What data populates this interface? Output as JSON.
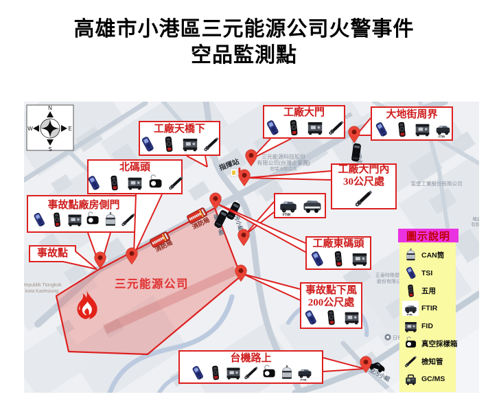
{
  "title": {
    "line1": "高雄市小港區三元能源公司火警事件",
    "line2": "空品監測點"
  },
  "compass": {
    "n": "N",
    "e": "E",
    "s": "S",
    "w": "W"
  },
  "callouts": [
    {
      "id": "factory-overpass",
      "lines": [
        "工廠天橋下"
      ],
      "icons": [
        "tsi",
        "five-gas",
        "fid",
        "detector-tube"
      ]
    },
    {
      "id": "north-dock",
      "lines": [
        "北碼頭"
      ],
      "icons": [
        "tsi",
        "five-gas",
        "fid",
        "vacuum-box",
        "detector-tube"
      ]
    },
    {
      "id": "accident-side-door",
      "lines": [
        "事故點廠房側門"
      ],
      "icons": [
        "tsi",
        "five-gas",
        "fid",
        "vacuum-box",
        "can-canister",
        "detector-tube"
      ]
    },
    {
      "id": "accident-point",
      "lines": [
        "事故點"
      ],
      "icons": []
    },
    {
      "id": "factory-main-gate",
      "lines": [
        "工廠大門"
      ],
      "icons": [
        "tsi",
        "five-gas",
        "fid",
        "detector-tube"
      ]
    },
    {
      "id": "dadi-street-perimeter",
      "lines": [
        "大地街周界"
      ],
      "icons": [
        "tsi",
        "five-gas",
        "fid",
        "ftir-van"
      ]
    },
    {
      "id": "inside-gate-30m",
      "lines": [
        "工廠大門內",
        "30公尺處"
      ],
      "icons": [
        "detector-tube"
      ]
    },
    {
      "id": "monitor-vehicles",
      "lines": [],
      "icons": [
        "ftir-van",
        "gcms-van"
      ]
    },
    {
      "id": "factory-east-dock",
      "lines": [
        "工廠東碼頭"
      ],
      "icons": [
        "tsi",
        "five-gas",
        "fid"
      ]
    },
    {
      "id": "downwind-200m",
      "lines": [
        "事故點下風",
        "200公尺處"
      ],
      "icons": [
        "tsi",
        "five-gas",
        "fid"
      ]
    },
    {
      "id": "taiji-road",
      "lines": [
        "台機路上"
      ],
      "icons": [
        "tsi",
        "five-gas",
        "fid",
        "detector-tube",
        "vacuum-box",
        "can-canister",
        "ftir-van"
      ]
    }
  ],
  "legend": {
    "header": "圖示說明",
    "items": [
      {
        "icon": "can-canister",
        "label": "CAN筒"
      },
      {
        "icon": "tsi",
        "label": "TSI"
      },
      {
        "icon": "five-gas",
        "label": "五用"
      },
      {
        "icon": "ftir-van",
        "label": "FTIR"
      },
      {
        "icon": "fid",
        "label": "FID"
      },
      {
        "icon": "vacuum-box",
        "label": "真空採樣箱"
      },
      {
        "icon": "detector-tube",
        "label": "檢知管"
      },
      {
        "icon": "gcms",
        "label": "GC/MS"
      }
    ]
  },
  "map_labels": {
    "incident_area": "三元能源公司",
    "company_line1": "三元能源科技股份",
    "company_line2": "有限公司(台灣企業團)",
    "company_line3": "鋰電池製造商",
    "command_post": "指揮站",
    "fire_dept_1": "消防局",
    "fire_dept_2": "消防局",
    "air_team_1": "空污小組",
    "air_team_2": "空污小組",
    "air_team_3": "空污小組",
    "env_team": "環檢小組",
    "street": "大地街",
    "republik_line1": "Republik Tiongkok",
    "republik_line2": "kota Kaohsiung",
    "company_right": "富堡工業股份有限公司",
    "company_bottom_1": "正泰特殊塑膠",
    "company_bottom_2": "股份有限公司",
    "company_edge_1": "桶益",
    "company_edge_2": "有限公",
    "poi": "日電貿"
  },
  "colors": {
    "accent_red": "#dd1f1f",
    "area_fill_red": "#e04040",
    "legend_header_bg": "#ea32e0",
    "legend_body_bg": "#fafaa2",
    "pin_red": "#e8402f"
  }
}
